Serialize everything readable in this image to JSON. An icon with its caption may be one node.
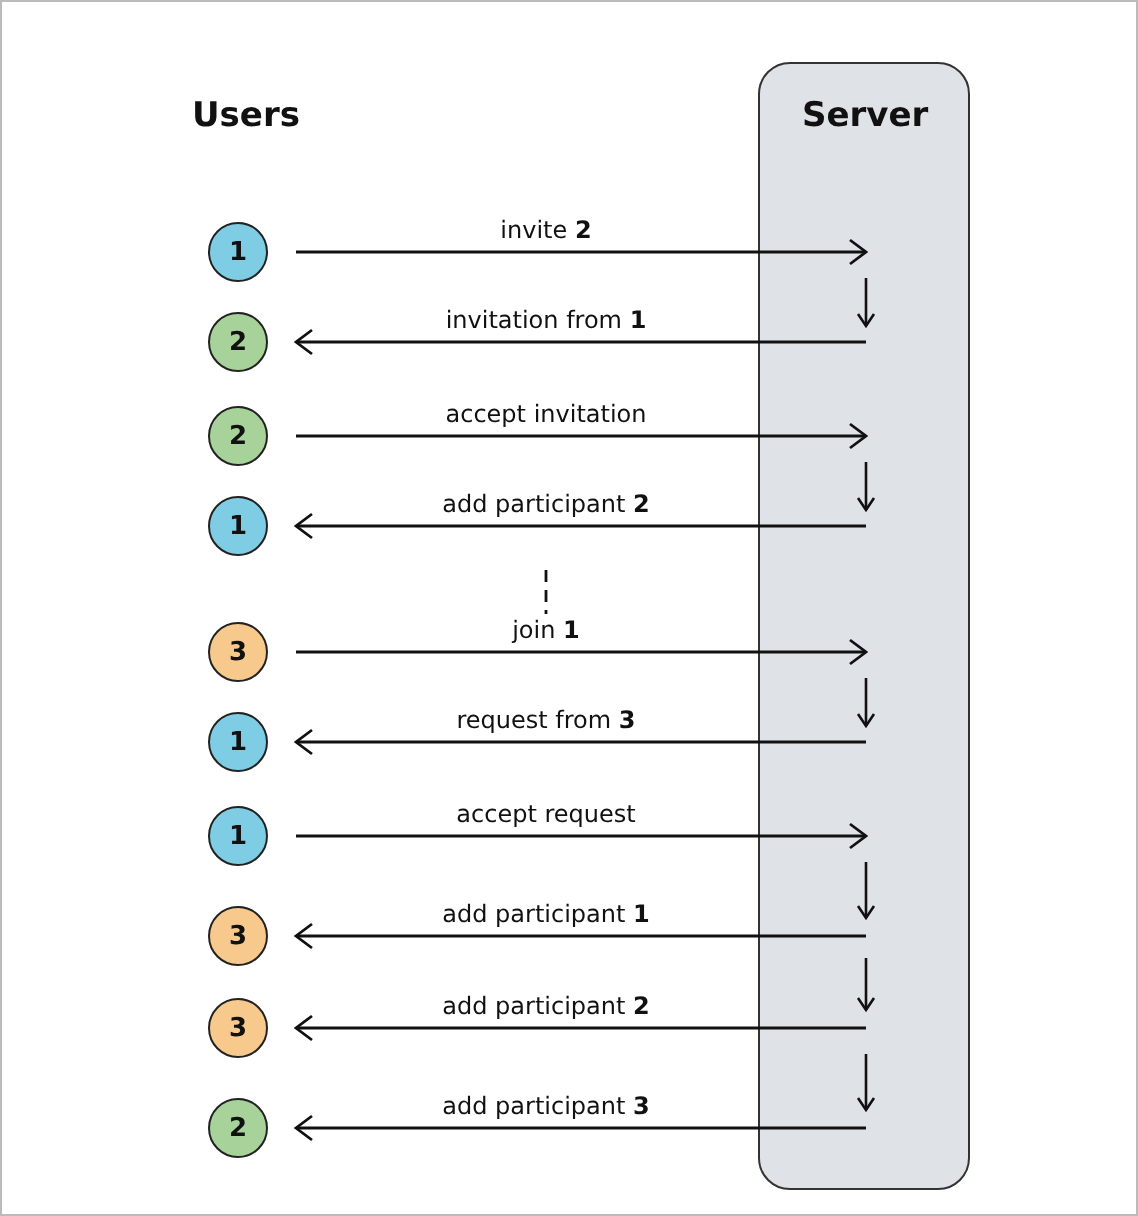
{
  "diagram": {
    "nodes": [
      {
        "text": [
          "Server"
        ]
      },
      {
        "text": [
          "1"
        ]
      },
      {
        "text": [
          "2"
        ]
      },
      {
        "text": [
          "2"
        ]
      },
      {
        "text": [
          "1"
        ]
      },
      {
        "text": [
          "3"
        ]
      },
      {
        "text": [
          "1"
        ]
      },
      {
        "text": [
          "1"
        ]
      },
      {
        "text": [
          "3"
        ]
      },
      {
        "text": [
          "3"
        ]
      },
      {
        "text": [
          "2"
        ]
      }
    ],
    "edges": [
      {
        "from": 1,
        "to": 0,
        "arrow": "to",
        "label": "invite **2**"
      },
      {
        "from": 0,
        "to": 2,
        "arrow": "to",
        "label": "invitation from **1**"
      },
      {
        "from": 3,
        "to": 0,
        "arrow": "to",
        "label": "accept invitation"
      },
      {
        "from": 0,
        "to": 4,
        "arrow": "to",
        "label": "add participant **2**"
      },
      {
        "from": 5,
        "to": 0,
        "arrow": "to",
        "label": "join **1**"
      },
      {
        "from": 0,
        "to": 6,
        "arrow": "to",
        "label": "request from **3**"
      },
      {
        "from": 7,
        "to": 0,
        "arrow": "to",
        "label": "accept request"
      },
      {
        "from": 0,
        "to": 8,
        "arrow": "to",
        "label": "add participant **1**"
      },
      {
        "from": 0,
        "to": 9,
        "arrow": "to",
        "label": "add participant **2**"
      },
      {
        "from": 0,
        "to": 10,
        "arrow": "to",
        "label": "add participant **3**"
      }
    ],
    "labels": [
      "Users"
    ]
  }
}
